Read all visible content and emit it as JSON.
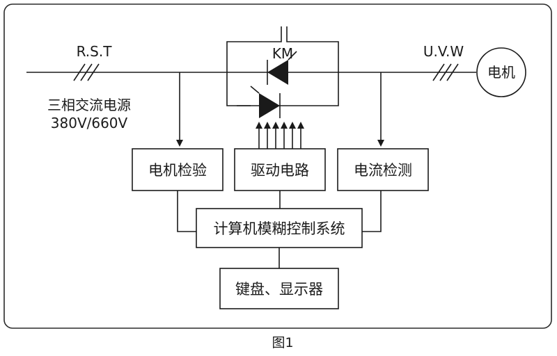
{
  "figure": {
    "caption": "图1"
  },
  "power": {
    "label": "R.S.T",
    "source_line1": "三相交流电源",
    "source_line2": "380V/660V"
  },
  "output": {
    "label": "U.V.W",
    "motor": "电机"
  },
  "switch": {
    "label": "KM"
  },
  "blocks": {
    "motor_check": "电机检验",
    "drive_circuit": "驱动电路",
    "current_detect": "电流检测",
    "controller": "计算机模糊控制系统",
    "keyboard_display": "键盘、显示器"
  }
}
